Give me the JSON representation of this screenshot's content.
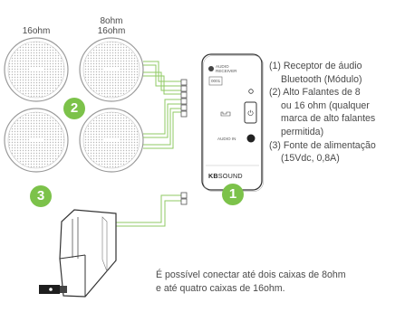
{
  "speaker_labels": {
    "top_left": "16ohm",
    "top_right_line1": "8ohm",
    "top_right_line2": "16ohm"
  },
  "badges": {
    "receiver": "1",
    "speakers": "2",
    "power": "3"
  },
  "device": {
    "header_line1": "AUDIO",
    "header_line2": "RECEIVER",
    "tag": "0001",
    "audio_in": "AUDIO IN",
    "brand_bold": "KB",
    "brand_light": "SOUND"
  },
  "legend": {
    "item1_line1": "(1) Receptor de áudio",
    "item1_line2": "Bluetooth (Módulo)",
    "item2_line1": "(2) Alto Falantes de 8",
    "item2_line2": "ou 16 ohm (qualquer",
    "item2_line3": "marca de alto falantes",
    "item2_line4": "permitida)",
    "item3_line1": "(3) Fonte de alimentação",
    "item3_line2": "(15Vdc, 0,8A)"
  },
  "note": {
    "line1": "É possível conectar até dois caixas de 8ohm",
    "line2": "e até quatro caixas de 16ohm."
  },
  "colors": {
    "badge_green": "#7cc24a",
    "wire_green": "#8fca63",
    "text": "#4a4a4a"
  }
}
